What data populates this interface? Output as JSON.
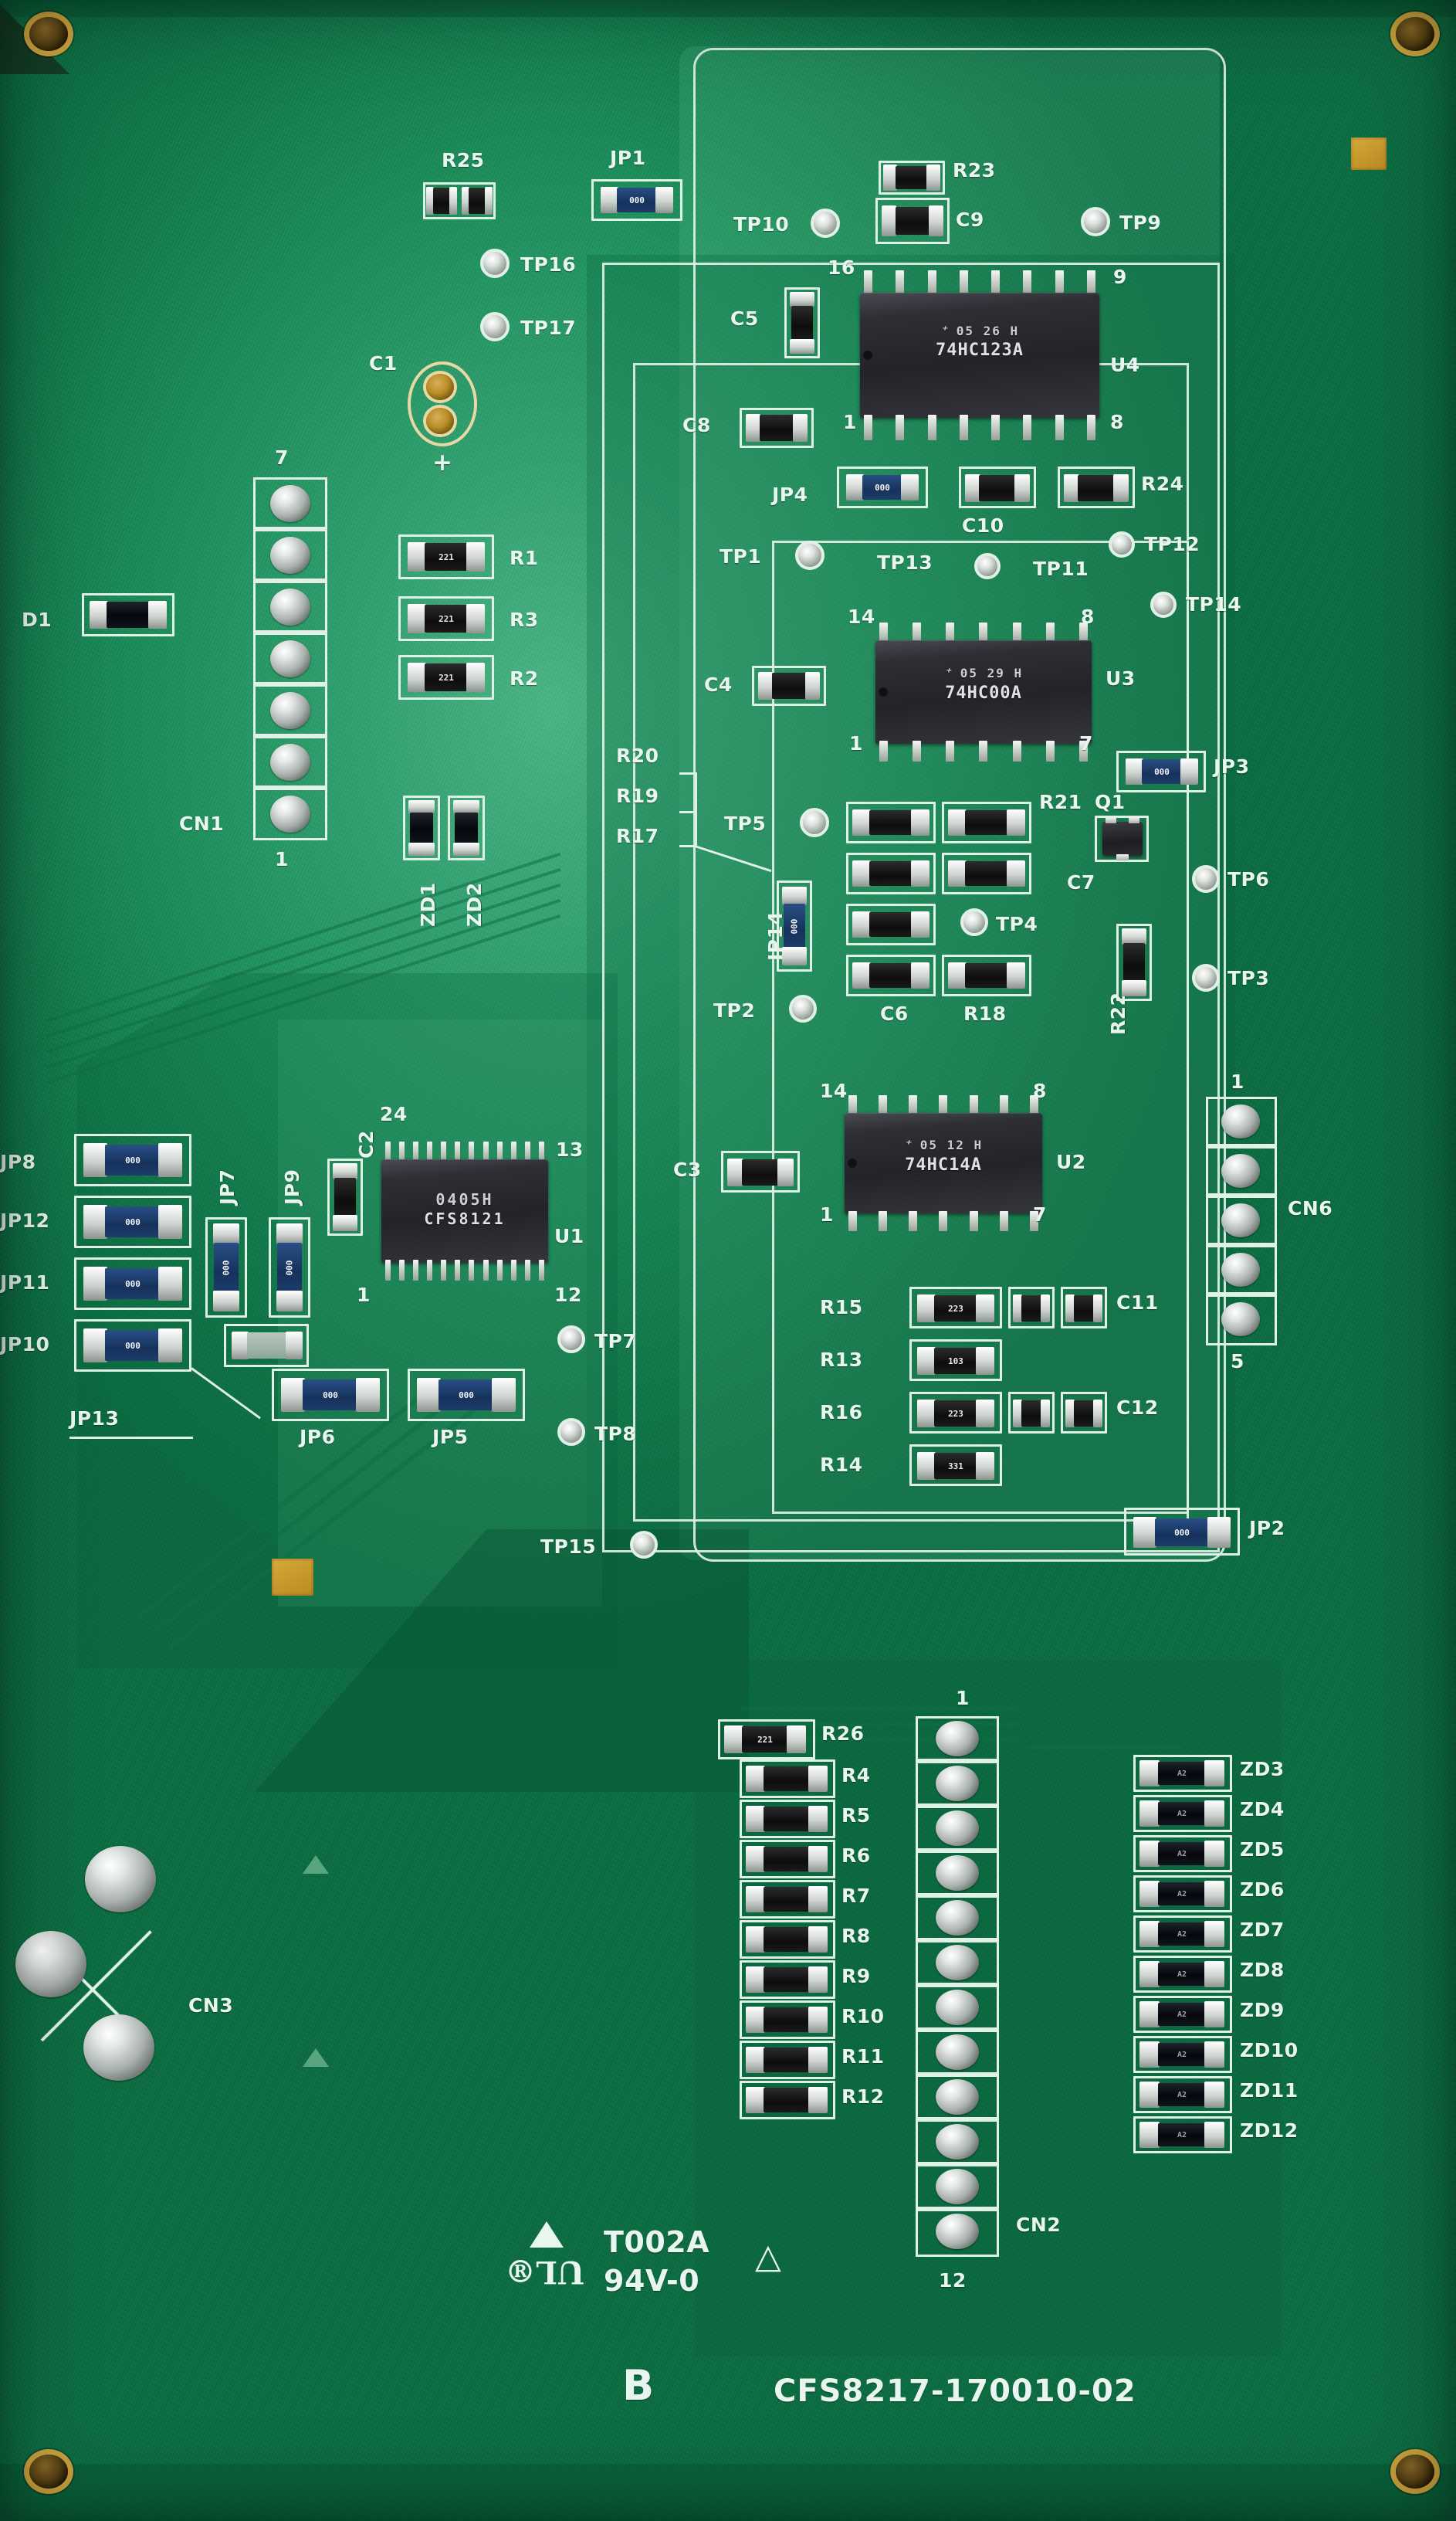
{
  "board": {
    "part_number": "CFS8217-170010-02",
    "revision_letter": "B",
    "ul_file": "T002A",
    "flammability": "94V-0",
    "colors": {
      "solder_mask": "#1f8f5c",
      "silkscreen": "#e9f6ef",
      "pad_gold": "#c89a2e",
      "ic_body": "#2b2b31",
      "solder": "#cfd4d0"
    }
  },
  "ics": [
    {
      "ref": "U4",
      "line1": "05 26 H",
      "line2": "74HC123A",
      "pin_hi": "16",
      "pin_hi_r": "9",
      "pin_lo": "1",
      "pin_lo_r": "8"
    },
    {
      "ref": "U3",
      "line1": "05 29 H",
      "line2": "74HC00A",
      "pin_hi": "14",
      "pin_hi_r": "8",
      "pin_lo": "1",
      "pin_lo_r": "7"
    },
    {
      "ref": "U2",
      "line1": "05 12 H",
      "line2": "74HC14A",
      "pin_hi": "14",
      "pin_hi_r": "8",
      "pin_lo": "1",
      "pin_lo_r": "7"
    },
    {
      "ref": "U1",
      "line1": "0405H",
      "line2": "CFS8121",
      "pin_hi": "24",
      "pin_hi_r": "13",
      "pin_lo": "1",
      "pin_lo_r": "12"
    }
  ],
  "connectors": [
    {
      "ref": "CN1",
      "pin_first": "7",
      "pin_last": "1",
      "positions": 7
    },
    {
      "ref": "CN2",
      "pin_first": "1",
      "pin_last": "12",
      "positions": 12
    },
    {
      "ref": "CN3",
      "pin_first": "",
      "pin_last": "",
      "positions": 3
    },
    {
      "ref": "CN6",
      "pin_first": "1",
      "pin_last": "5",
      "positions": 5
    }
  ],
  "test_points": [
    "TP1",
    "TP2",
    "TP3",
    "TP4",
    "TP5",
    "TP6",
    "TP7",
    "TP8",
    "TP9",
    "TP10",
    "TP11",
    "TP12",
    "TP13",
    "TP14",
    "TP15",
    "TP16",
    "TP17"
  ],
  "jumpers": [
    {
      "ref": "JP1",
      "value": "000"
    },
    {
      "ref": "JP2",
      "value": "000"
    },
    {
      "ref": "JP3",
      "value": "000"
    },
    {
      "ref": "JP4",
      "value": "000"
    },
    {
      "ref": "JP5",
      "value": "000"
    },
    {
      "ref": "JP6",
      "value": "000"
    },
    {
      "ref": "JP7",
      "value": "000"
    },
    {
      "ref": "JP8",
      "value": "000"
    },
    {
      "ref": "JP9",
      "value": "000"
    },
    {
      "ref": "JP10",
      "value": "000"
    },
    {
      "ref": "JP11",
      "value": "000"
    },
    {
      "ref": "JP12",
      "value": "000"
    },
    {
      "ref": "JP13",
      "value": ""
    },
    {
      "ref": "JP14",
      "value": "000"
    }
  ],
  "resistors": [
    {
      "ref": "R1",
      "value": "221"
    },
    {
      "ref": "R2",
      "value": "221"
    },
    {
      "ref": "R3",
      "value": "221"
    },
    {
      "ref": "R4",
      "value": ""
    },
    {
      "ref": "R5",
      "value": ""
    },
    {
      "ref": "R6",
      "value": ""
    },
    {
      "ref": "R7",
      "value": ""
    },
    {
      "ref": "R8",
      "value": ""
    },
    {
      "ref": "R9",
      "value": ""
    },
    {
      "ref": "R10",
      "value": ""
    },
    {
      "ref": "R11",
      "value": ""
    },
    {
      "ref": "R12",
      "value": ""
    },
    {
      "ref": "R13",
      "value": "103"
    },
    {
      "ref": "R14",
      "value": "331"
    },
    {
      "ref": "R15",
      "value": "223"
    },
    {
      "ref": "R16",
      "value": "223"
    },
    {
      "ref": "R17",
      "value": ""
    },
    {
      "ref": "R18",
      "value": ""
    },
    {
      "ref": "R19",
      "value": ""
    },
    {
      "ref": "R20",
      "value": ""
    },
    {
      "ref": "R21",
      "value": ""
    },
    {
      "ref": "R22",
      "value": ""
    },
    {
      "ref": "R23",
      "value": ""
    },
    {
      "ref": "R24",
      "value": ""
    },
    {
      "ref": "R25",
      "value": ""
    },
    {
      "ref": "R26",
      "value": "221"
    }
  ],
  "capacitors": [
    "C1",
    "C2",
    "C3",
    "C4",
    "C5",
    "C6",
    "C7",
    "C8",
    "C9",
    "C10",
    "C11",
    "C12"
  ],
  "diodes": {
    "d1": "D1",
    "zeners": [
      "ZD1",
      "ZD2",
      "ZD3",
      "ZD4",
      "ZD5",
      "ZD6",
      "ZD7",
      "ZD8",
      "ZD9",
      "ZD10",
      "ZD11",
      "ZD12"
    ],
    "zener_marking": "A2"
  },
  "transistors": [
    {
      "ref": "Q1"
    }
  ],
  "markings": {
    "polarity_plus": "+",
    "ul_text": "T002A",
    "ul_text2": "94V-0",
    "ul_symbol": "UL",
    "rev": "B",
    "pn": "CFS8217-170010-02"
  }
}
